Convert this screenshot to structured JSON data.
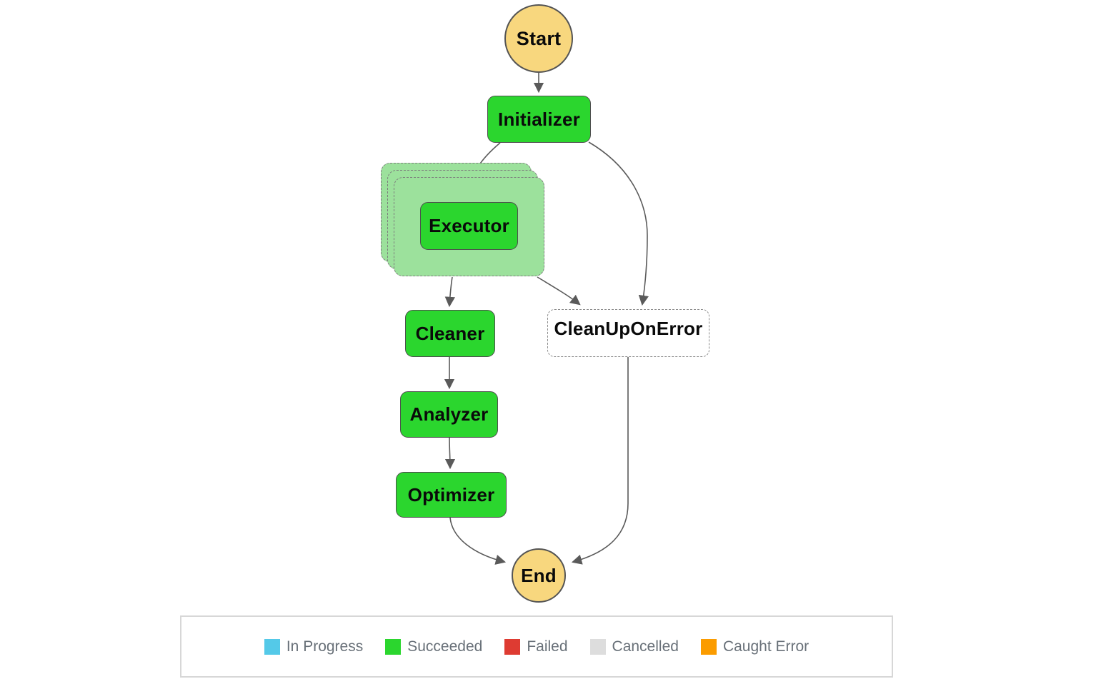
{
  "diagram": {
    "nodes": {
      "start": {
        "label": "Start",
        "type": "terminal-start"
      },
      "initializer": {
        "label": "Initializer",
        "status": "succeeded"
      },
      "executor": {
        "label": "Executor",
        "status": "succeeded",
        "container": "map-iterations-stack"
      },
      "cleaner": {
        "label": "Cleaner",
        "status": "succeeded"
      },
      "cleanup_on_error": {
        "label": "CleanUpOnError",
        "status": "not-executed"
      },
      "analyzer": {
        "label": "Analyzer",
        "status": "succeeded"
      },
      "optimizer": {
        "label": "Optimizer",
        "status": "succeeded"
      },
      "end": {
        "label": "End",
        "type": "terminal-end"
      }
    },
    "edges": [
      {
        "from": "Start",
        "to": "Initializer"
      },
      {
        "from": "Initializer",
        "to": "Executor"
      },
      {
        "from": "Initializer",
        "to": "CleanUpOnError"
      },
      {
        "from": "Executor",
        "to": "Cleaner"
      },
      {
        "from": "Executor",
        "to": "CleanUpOnError"
      },
      {
        "from": "Cleaner",
        "to": "Analyzer"
      },
      {
        "from": "Analyzer",
        "to": "Optimizer"
      },
      {
        "from": "Optimizer",
        "to": "End"
      },
      {
        "from": "CleanUpOnError",
        "to": "End"
      }
    ],
    "colors": {
      "terminal_fill": "#F8D77E",
      "succeeded_fill": "#2BD62E",
      "map_iteration_fill": "#9CE19C",
      "catch_fill": "#FFFFFF",
      "edge": "#5A5A5A"
    }
  },
  "legend": {
    "items": [
      {
        "label": "In Progress",
        "color": "#54C9E8"
      },
      {
        "label": "Succeeded",
        "color": "#2BD62E"
      },
      {
        "label": "Failed",
        "color": "#DE3B32"
      },
      {
        "label": "Cancelled",
        "color": "#DDDDDD"
      },
      {
        "label": "Caught Error",
        "color": "#FB9C00"
      }
    ]
  }
}
